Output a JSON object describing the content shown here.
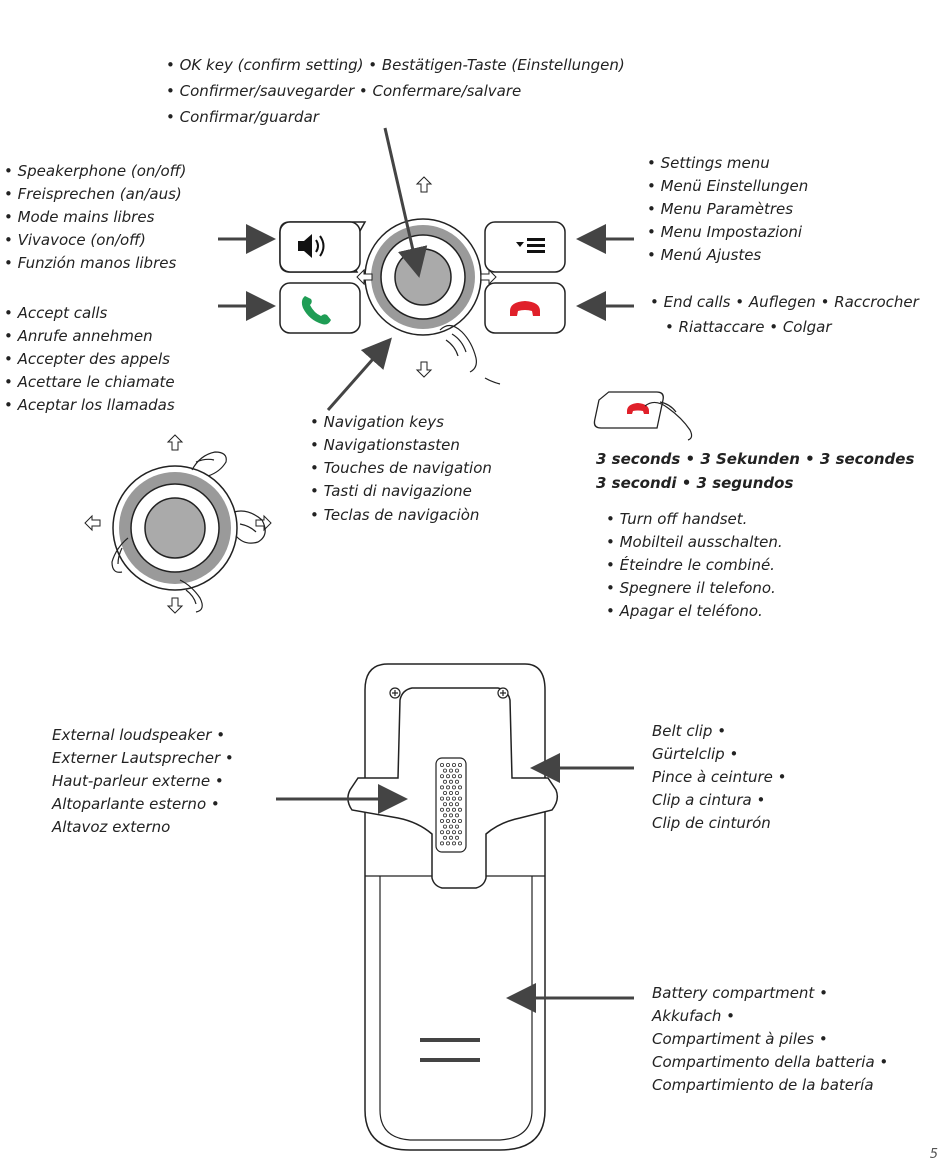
{
  "ok_key": [
    "• OK key (confirm setting) • Bestätigen-Taste (Einstellungen)",
    "• Confirmer/sauvegarder  • Confermare/salvare",
    "• Confirmar/guardar"
  ],
  "speakerphone": [
    "• Speakerphone (on/off)",
    "• Freisprechen (an/aus)",
    "• Mode mains libres",
    "• Vivavoce (on/off)",
    "• Funzión manos libres"
  ],
  "accept_calls": [
    "• Accept calls",
    "• Anrufe annehmen",
    "• Accepter des appels",
    "• Acettare le chiamate",
    "• Aceptar los llamadas"
  ],
  "settings_menu": [
    "• Settings menu",
    "• Menü Einstellungen",
    "• Menu Paramètres",
    "• Menu Impostazioni",
    "• Menú Ajustes"
  ],
  "end_calls": [
    "• End calls • Auflegen • Raccrocher",
    "• Riattaccare • Colgar"
  ],
  "navigation_keys": [
    "• Navigation keys",
    "• Navigationstasten",
    "• Touches de navigation",
    "• Tasti di navigazione",
    "• Teclas de navigaciòn"
  ],
  "three_seconds": [
    "3 seconds • 3 Sekunden  • 3 secondes",
    "3 secondi • 3 segundos"
  ],
  "turn_off": [
    "• Turn off handset.",
    "• Mobilteil ausschalten.",
    "• Éteindre le combiné.",
    "• Spegnere il telefono.",
    "• Apagar el teléfono."
  ],
  "external_loudspeaker": [
    "External loudspeaker •",
    "Externer Lautsprecher •",
    "Haut-parleur externe •",
    "Altoparlante esterno •",
    "Altavoz externo"
  ],
  "belt_clip": [
    "Belt clip •",
    "Gürtelclip •",
    "Pince à ceinture •",
    "Clip a cintura •",
    "Clip de cinturón"
  ],
  "battery_compartment": [
    "Battery compartment •",
    "Akkufach •",
    "Compartiment à piles •",
    "Compartimento della batteria •",
    "Compartimiento de la batería"
  ],
  "page_number": "5",
  "colors": {
    "green_handset": "#1f9d55",
    "red_handset": "#e0202a",
    "ring": "#9a9a9a",
    "arrow": "#444444"
  },
  "icons": [
    "speaker-icon",
    "menu-icon",
    "call-accept-icon",
    "call-end-icon",
    "nav-arrow-icon",
    "hand-icon",
    "screw-icon"
  ]
}
